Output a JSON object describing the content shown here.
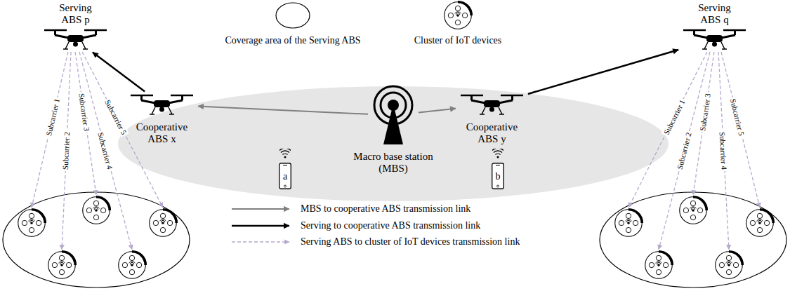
{
  "diagram": {
    "nodes": [
      {
        "text": [
          "Serving ABS p"
        ]
      },
      {
        "text": [
          "Cooperative ABS x"
        ]
      },
      {
        "text": [
          "Macro base station (MBS)"
        ]
      },
      {
        "text": [
          "Cooperative ABS y"
        ]
      },
      {
        "text": [
          "Serving ABS q"
        ]
      },
      {
        "text": [
          "a"
        ]
      },
      {
        "text": [
          "b"
        ]
      }
    ],
    "edges": [
      {
        "from": 2,
        "to": 1,
        "arrow": "to"
      },
      {
        "from": 2,
        "to": 3,
        "arrow": "to"
      },
      {
        "from": 1,
        "to": 0,
        "arrow": "to"
      },
      {
        "from": 3,
        "to": 4,
        "arrow": "to"
      }
    ],
    "labels": [
      "Subcarrier 1",
      "Subcarrier 2",
      "Subcarrier 3",
      "Subcarrier 4",
      "Subcarrier 5",
      "Subcarrier 1",
      "Subcarrier 2",
      "Subcarrier 3",
      "Subcarrier 4",
      "Subcarrier 5"
    ],
    "legend": [
      {
        "text": "Coverage area of the Serving ABS"
      },
      {
        "text": "Cluster of IoT devices"
      },
      {
        "text": "MBS to cooperative ABS transmission link"
      },
      {
        "text": "Serving to cooperative ABS transmission link"
      },
      {
        "text": "Serving ABS to cluster of IoT devices transmission link"
      }
    ]
  }
}
